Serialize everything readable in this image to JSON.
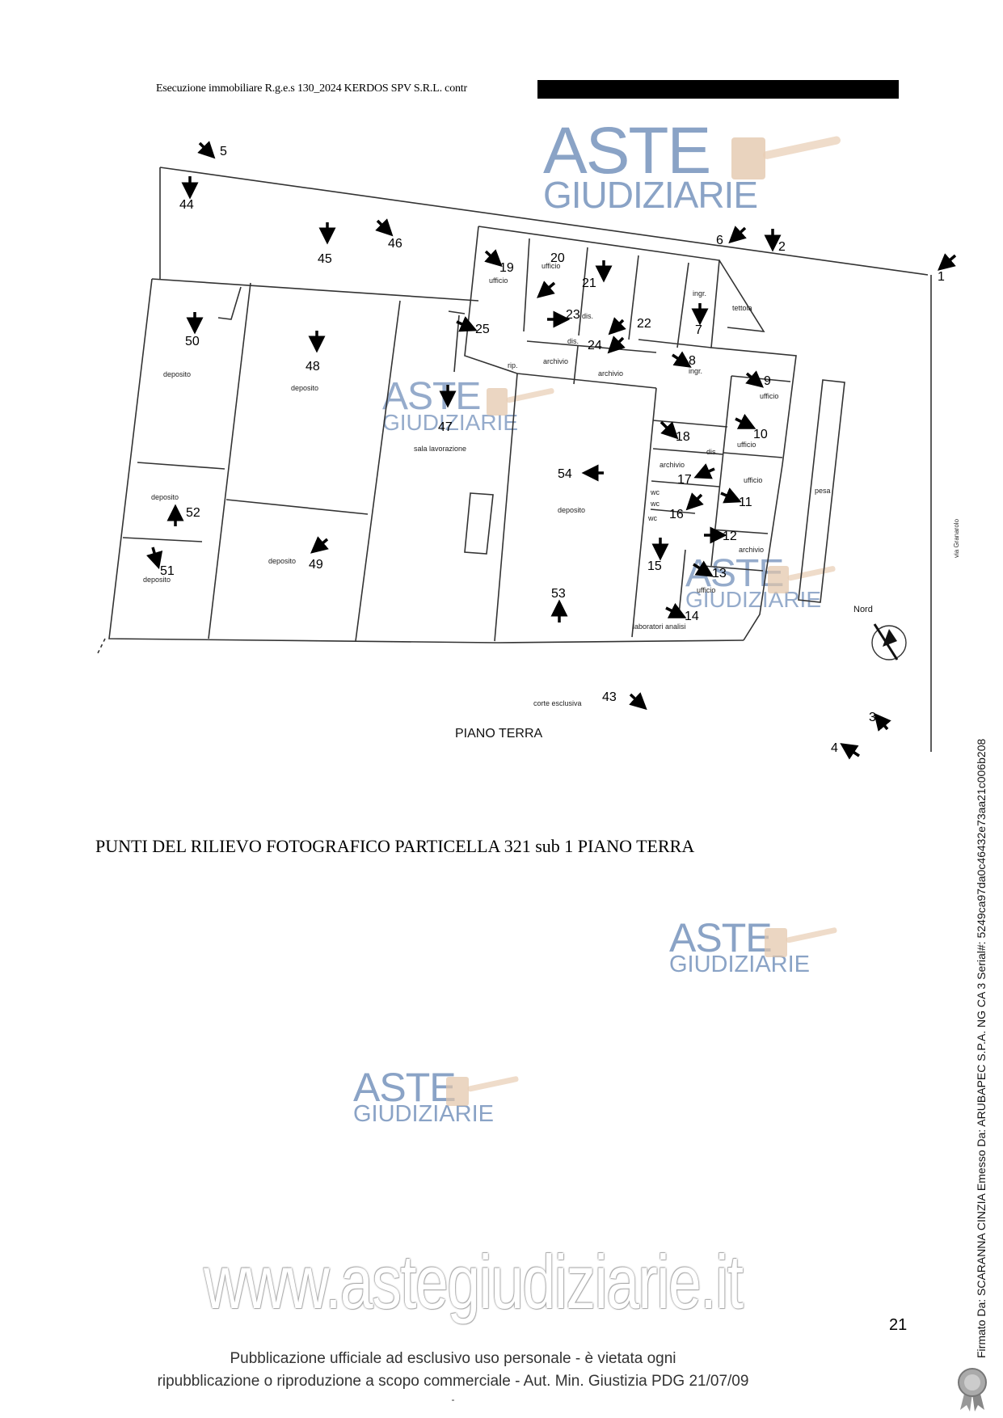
{
  "header": {
    "text": "Esecuzione immobiliare R.g.e.s 130_2024 KERDOS SPV S.R.L. contr"
  },
  "watermark": {
    "line1": "ASTE",
    "line2": "GIUDIZIARIE",
    "url": "www.astegiudiziarie.it",
    "color": "#8aa3c6"
  },
  "plan": {
    "floor_label": "PIANO TERRA",
    "north_label": "Nord",
    "street_label": "via Granarolo",
    "room_labels": [
      {
        "id": "r1",
        "text": "deposito"
      },
      {
        "id": "r2",
        "text": "deposito"
      },
      {
        "id": "r3",
        "text": "deposito"
      },
      {
        "id": "r4",
        "text": "deposito"
      },
      {
        "id": "r5",
        "text": "deposito"
      },
      {
        "id": "r6",
        "text": "sala lavorazione"
      },
      {
        "id": "r7",
        "text": "deposito"
      },
      {
        "id": "r8",
        "text": "ufficio"
      },
      {
        "id": "r9",
        "text": "ufficio"
      },
      {
        "id": "r10",
        "text": "dis."
      },
      {
        "id": "r11",
        "text": "dis."
      },
      {
        "id": "r12",
        "text": "archivio"
      },
      {
        "id": "r13",
        "text": "archivio"
      },
      {
        "id": "r14",
        "text": "rip."
      },
      {
        "id": "r15",
        "text": "ingr."
      },
      {
        "id": "r16",
        "text": "ingr."
      },
      {
        "id": "r17",
        "text": "tettoia"
      },
      {
        "id": "r18",
        "text": "ufficio"
      },
      {
        "id": "r19",
        "text": "ufficio"
      },
      {
        "id": "r20",
        "text": "dis."
      },
      {
        "id": "r21",
        "text": "archivio"
      },
      {
        "id": "r22",
        "text": "wc"
      },
      {
        "id": "r23",
        "text": "wc"
      },
      {
        "id": "r24",
        "text": "wc"
      },
      {
        "id": "r25",
        "text": "ufficio"
      },
      {
        "id": "r26",
        "text": "archivio"
      },
      {
        "id": "r27",
        "text": "ufficio"
      },
      {
        "id": "r28",
        "text": "laboratori analisi"
      },
      {
        "id": "r29",
        "text": "pesa"
      },
      {
        "id": "r30",
        "text": "corte esclusiva"
      }
    ],
    "points": [
      "1",
      "2",
      "3",
      "4",
      "5",
      "6",
      "7",
      "8",
      "9",
      "10",
      "11",
      "12",
      "13",
      "14",
      "15",
      "16",
      "17",
      "18",
      "19",
      "20",
      "21",
      "22",
      "23",
      "24",
      "25",
      "43",
      "44",
      "45",
      "46",
      "47",
      "48",
      "49",
      "50",
      "51",
      "52",
      "53",
      "54"
    ]
  },
  "caption": "PUNTI DEL RILIEVO FOTOGRAFICO PARTICELLA 321 sub 1  PIANO TERRA",
  "page_number": "21",
  "side_signature": "Firmato Da: SCARANNA CINZIA Emesso Da: ARUBAPEC S.P.A. NG CA 3 Serial#: 5249ca97da0c46432e73aa21c006b208",
  "footer": {
    "line1": "Pubblicazione ufficiale ad esclusivo uso personale - è vietata ogni",
    "line2": "ripubblicazione o riproduzione a scopo commerciale - Aut. Min. Giustizia PDG 21/07/09",
    "dash": "-"
  }
}
